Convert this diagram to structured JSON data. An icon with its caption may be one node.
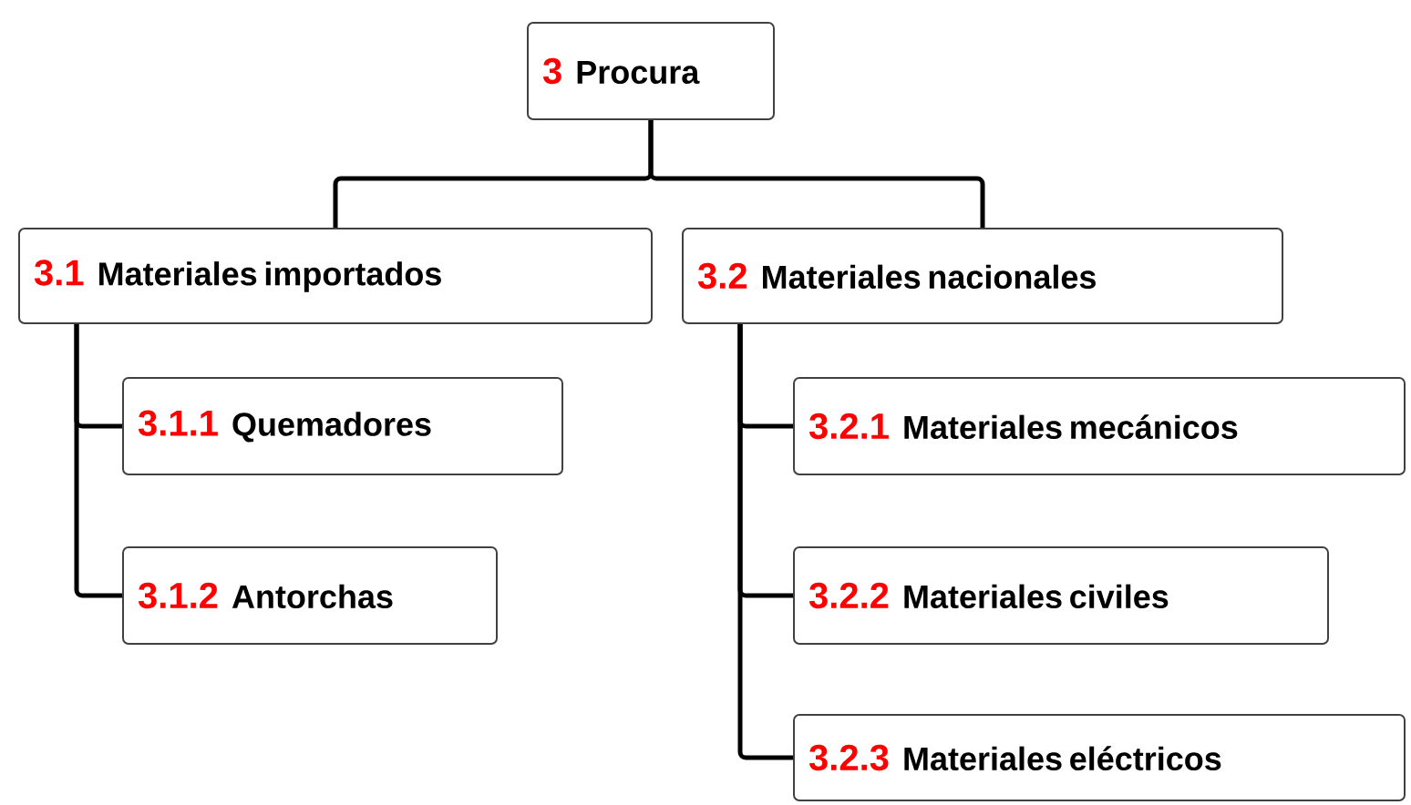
{
  "diagram": {
    "nodes": [
      {
        "text": [
          "3",
          "Procura"
        ]
      },
      {
        "text": [
          "3.1",
          "Materiales importados"
        ]
      },
      {
        "text": [
          "3.2",
          "Materiales nacionales"
        ]
      },
      {
        "text": [
          "3.1.1",
          "Quemadores"
        ]
      },
      {
        "text": [
          "3.1.2",
          "Antorchas"
        ]
      },
      {
        "text": [
          "3.2.1",
          "Materiales mecánicos"
        ]
      },
      {
        "text": [
          "3.2.2",
          "Materiales civiles"
        ]
      },
      {
        "text": [
          "3.2.3",
          "Materiales eléctricos"
        ]
      }
    ],
    "edges": [
      {
        "from": 0,
        "to": 1,
        "arrow": "none"
      },
      {
        "from": 0,
        "to": 2,
        "arrow": "none"
      },
      {
        "from": 1,
        "to": 3,
        "arrow": "none"
      },
      {
        "from": 1,
        "to": 4,
        "arrow": "none"
      },
      {
        "from": 2,
        "to": 5,
        "arrow": "none"
      },
      {
        "from": 2,
        "to": 6,
        "arrow": "none"
      },
      {
        "from": 2,
        "to": 7,
        "arrow": "none"
      }
    ]
  }
}
